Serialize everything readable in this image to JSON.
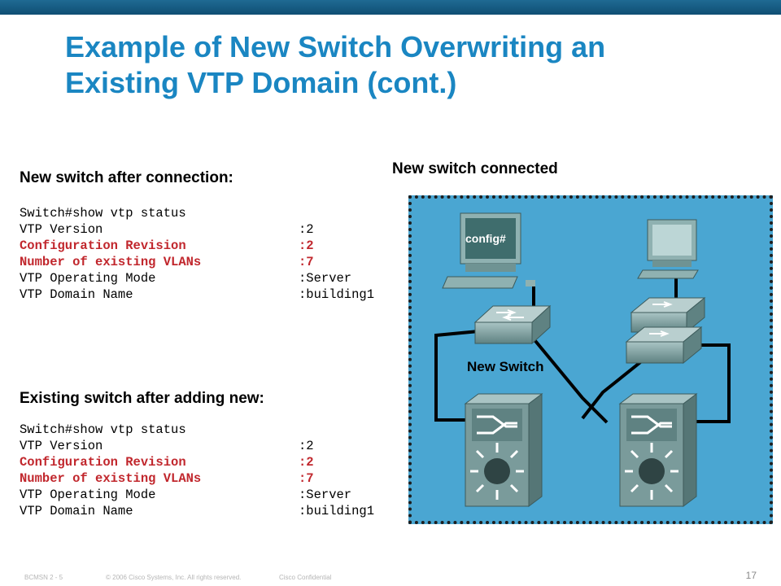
{
  "slide": {
    "title_line1": "Example of New Switch Overwriting an",
    "title_line2": "Existing VTP Domain (cont.)"
  },
  "left": {
    "new_switch": {
      "heading": "New switch after connection:",
      "command": "Switch#show vtp status",
      "rows": [
        {
          "label": "VTP Version",
          "value": ":2",
          "highlight": false
        },
        {
          "label": "Configuration Revision",
          "value": ":2",
          "highlight": true
        },
        {
          "label": "Number of existing VLANs",
          "value": ":7",
          "highlight": true
        },
        {
          "label": "VTP Operating Mode",
          "value": ":Server",
          "highlight": false
        },
        {
          "label": "VTP Domain Name",
          "value": ":building1",
          "highlight": false
        }
      ]
    },
    "existing_switch": {
      "heading": "Existing switch after adding new:",
      "command": "Switch#show vtp status",
      "rows": [
        {
          "label": "VTP Version",
          "value": ":2",
          "highlight": false
        },
        {
          "label": "Configuration Revision",
          "value": ":2",
          "highlight": true
        },
        {
          "label": "Number of existing VLANs",
          "value": ":7",
          "highlight": true
        },
        {
          "label": "VTP Operating Mode",
          "value": ":Server",
          "highlight": false
        },
        {
          "label": "VTP Domain Name",
          "value": ":building1",
          "highlight": false
        }
      ]
    }
  },
  "diagram": {
    "heading": "New switch connected",
    "monitor_text": "config#",
    "new_switch_label": "New Switch",
    "colors": {
      "background": "#4aa6d2",
      "equipment": "#7a9b9b",
      "highlight": "#c1272d"
    }
  },
  "footer": {
    "course": "BCMSN 2 - 5",
    "copyright": "© 2006 Cisco Systems, Inc. All rights reserved.",
    "confidential": "Cisco Confidential",
    "page": "17"
  }
}
